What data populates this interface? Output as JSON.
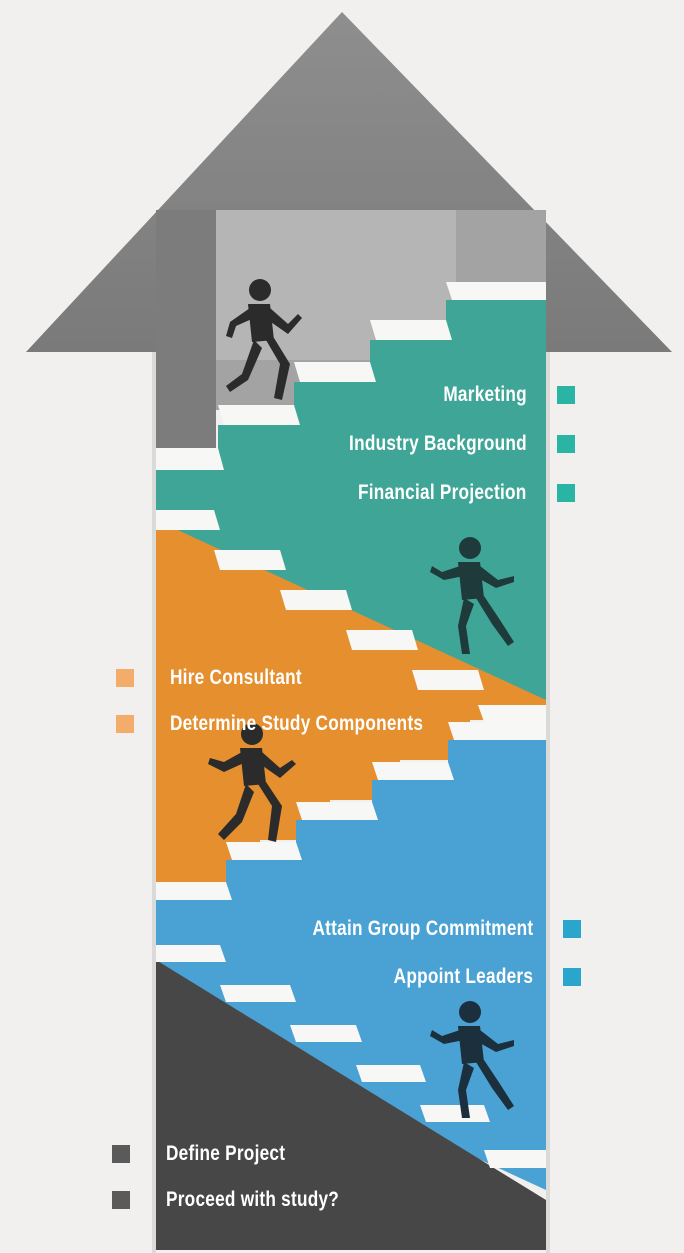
{
  "colors": {
    "background": "#f1f0ee",
    "arrow_head": "#8a8a8a",
    "top_section": "#9b9b9b",
    "teal": "#3fa697",
    "orange": "#e58f2f",
    "blue": "#4aa1d4",
    "dark": "#4b4b4b",
    "step_white": "#f7f7f5",
    "figure": "#2b2b2b",
    "marker_teal": "#2ab4a3",
    "marker_orange": "#f4ac6b",
    "marker_blue": "#2aa6cc",
    "marker_dark": "#5a5a5a"
  },
  "stages": [
    {
      "name": "teal",
      "items": [
        {
          "label": "Marketing"
        },
        {
          "label": "Industry Background"
        },
        {
          "label": "Financial Projection"
        }
      ]
    },
    {
      "name": "orange",
      "items": [
        {
          "label": "Hire Consultant"
        },
        {
          "label": "Determine Study Components"
        }
      ]
    },
    {
      "name": "blue",
      "items": [
        {
          "label": "Attain Group Commitment"
        },
        {
          "label": "Appoint Leaders"
        }
      ]
    },
    {
      "name": "dark",
      "items": [
        {
          "label": "Define Project"
        },
        {
          "label": "Proceed with study?"
        }
      ]
    }
  ],
  "icons": [
    "running-businessman-icon"
  ]
}
